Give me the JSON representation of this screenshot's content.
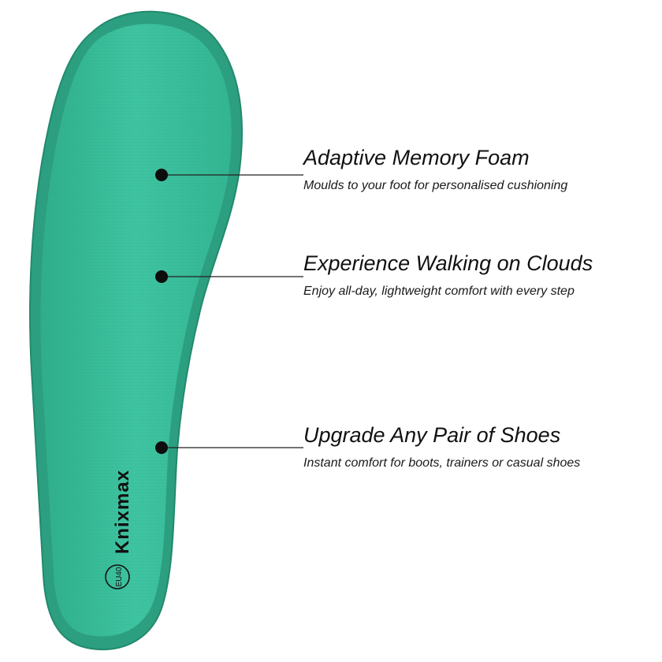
{
  "product": {
    "brand": "Knixmax",
    "size_badge": "EU40",
    "insole_color": "#3dbf9c"
  },
  "features": [
    {
      "title": "Adaptive Memory Foam",
      "description": "Moulds to your foot for personalised cushioning"
    },
    {
      "title": "Experience Walking on Clouds",
      "description": "Enjoy all-day, lightweight comfort with every step"
    },
    {
      "title": "Upgrade Any Pair of Shoes",
      "description": "Instant comfort for boots, trainers or casual shoes"
    }
  ]
}
